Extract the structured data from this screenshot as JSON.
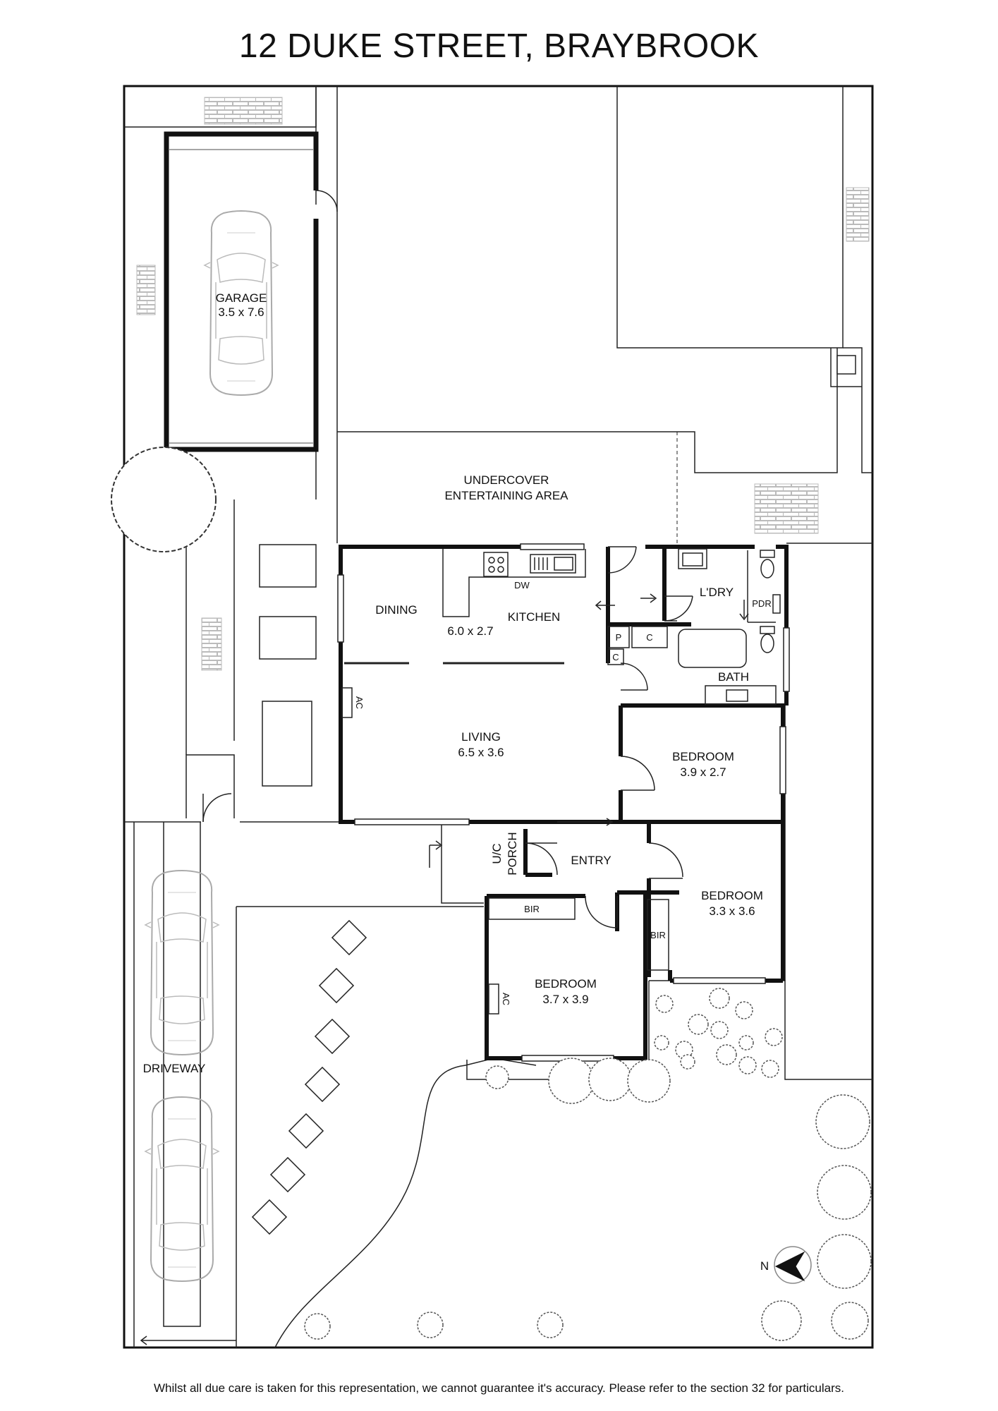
{
  "title": "12 DUKE STREET, BRAYBROOK",
  "disclaimer": "Whilst all due care is taken for this representation, we cannot guarantee it's accuracy. Please refer to the section 32 for particulars.",
  "rooms": {
    "garage": {
      "name": "GARAGE",
      "size": "3.5 x 7.6"
    },
    "undercover": {
      "line1": "UNDERCOVER",
      "line2": "ENTERTAINING AREA"
    },
    "dining": {
      "name": "DINING"
    },
    "kitchen": {
      "name": "KITCHEN",
      "size": "6.0 x 2.7"
    },
    "laundry": {
      "name": "L'DRY"
    },
    "powder": {
      "name": "PDR"
    },
    "bath": {
      "name": "BATH"
    },
    "living": {
      "name": "LIVING",
      "size": "6.5 x 3.6"
    },
    "bedroom1": {
      "name": "BEDROOM",
      "size": "3.9 x 2.7"
    },
    "bedroom2": {
      "name": "BEDROOM",
      "size": "3.3 x 3.6"
    },
    "bedroom3": {
      "name": "BEDROOM",
      "size": "3.7 x 3.9"
    },
    "entry": {
      "name": "ENTRY"
    },
    "porch": {
      "line1": "U/C",
      "line2": "PORCH"
    },
    "driveway": {
      "name": "DRIVEWAY"
    }
  },
  "fixtures": {
    "dishwasher": "DW",
    "pantry": "P",
    "cupboard1": "C",
    "cupboard2": "C",
    "ac1": "AC",
    "ac2": "AC",
    "bir1": "BIR",
    "bir2": "BIR"
  },
  "compass": {
    "label": "N"
  }
}
